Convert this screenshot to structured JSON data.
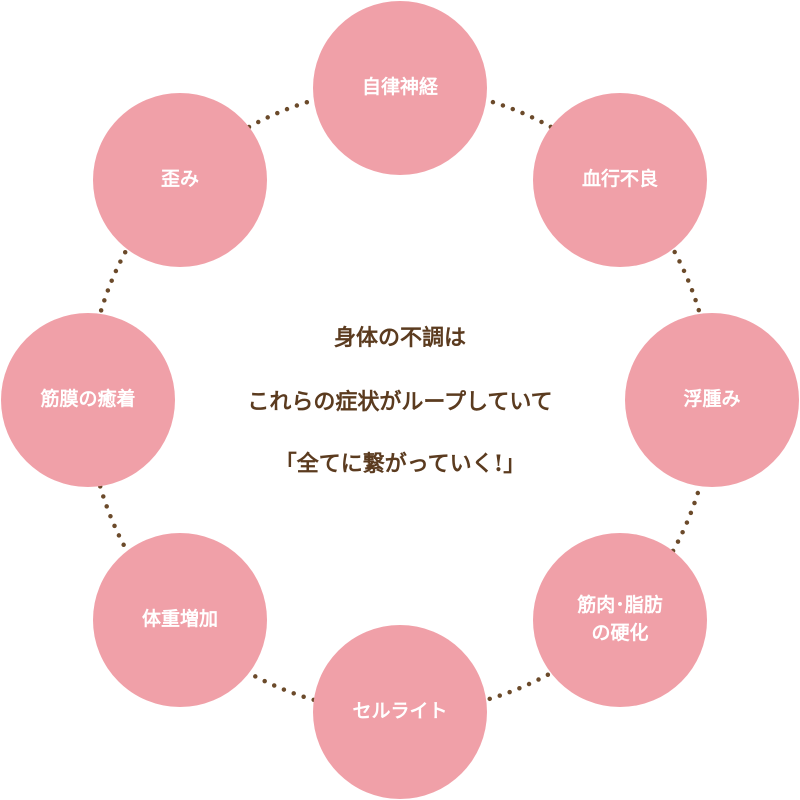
{
  "nodes": [
    {
      "label": "自律神経"
    },
    {
      "label": "血行不良"
    },
    {
      "label": "浮腫み"
    },
    {
      "label": "筋肉･脂肪\nの硬化"
    },
    {
      "label": "セルライト"
    },
    {
      "label": "体重増加"
    },
    {
      "label": "筋膜の癒着"
    },
    {
      "label": "歪み"
    }
  ],
  "center_text": {
    "line1": "身体の不調は",
    "line2": "これらの症状がループしていて",
    "line3": "「全てに繋がっていく!」"
  },
  "colors": {
    "node_fill": "#f0a0a8",
    "dots": "#6b4a2a",
    "text": "#5b3b1f"
  }
}
